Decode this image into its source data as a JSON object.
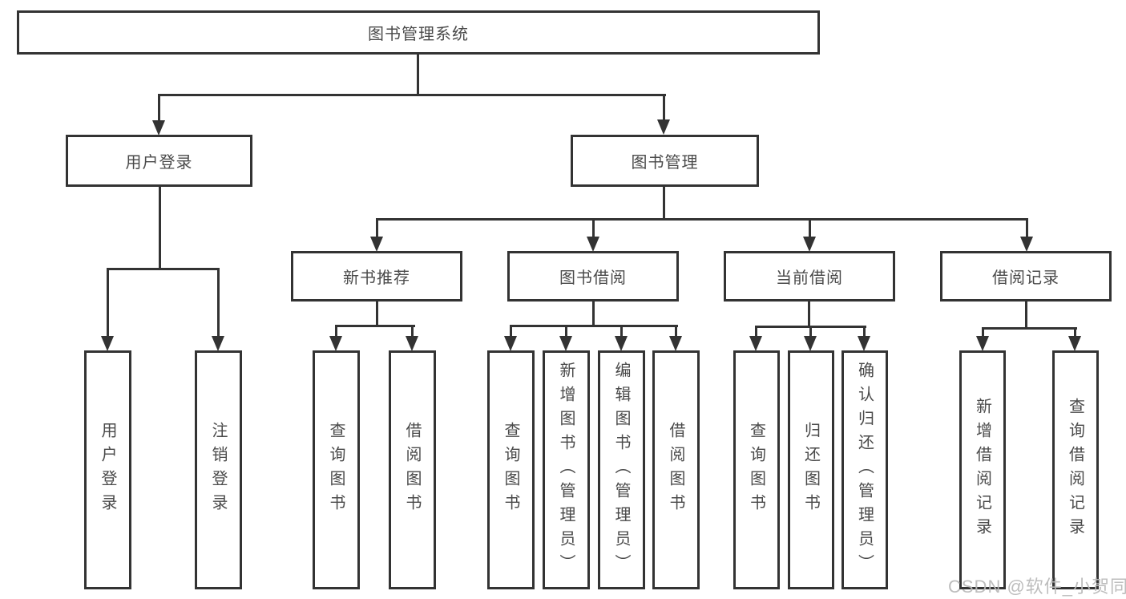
{
  "colors": {
    "line": "#333333",
    "box_border": "#333333",
    "text": "#4a4a4a",
    "watermark": "#b9b9b9",
    "background": "#ffffff"
  },
  "root": {
    "label": "图书管理系统"
  },
  "branches": {
    "user_login": {
      "label": "用户登录",
      "children": [
        {
          "label": "用户登录"
        },
        {
          "label": "注销登录"
        }
      ]
    },
    "book_mgmt": {
      "label": "图书管理",
      "children": [
        {
          "label": "新书推荐",
          "children": [
            {
              "label": "查询图书"
            },
            {
              "label": "借阅图书"
            }
          ]
        },
        {
          "label": "图书借阅",
          "children": [
            {
              "label": "查询图书"
            },
            {
              "label": "新增图书（管理员）"
            },
            {
              "label": "编辑图书（管理员）"
            },
            {
              "label": "借阅图书"
            }
          ]
        },
        {
          "label": "当前借阅",
          "children": [
            {
              "label": "查询图书"
            },
            {
              "label": "归还图书"
            },
            {
              "label": "确认归还（管理员）"
            }
          ]
        },
        {
          "label": "借阅记录",
          "children": [
            {
              "label": "新增借阅记录"
            },
            {
              "label": "查询借阅记录"
            }
          ]
        }
      ]
    }
  },
  "watermark": {
    "text": "CSDN @软件_小贺同学"
  }
}
